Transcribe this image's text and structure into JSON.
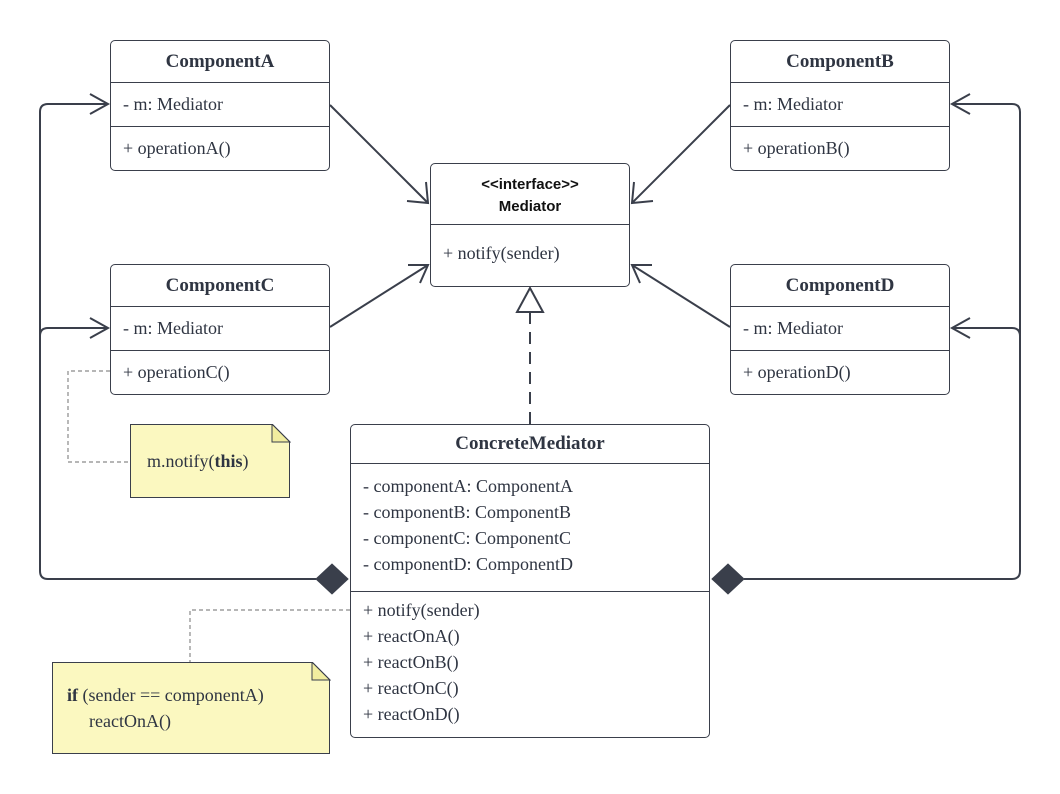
{
  "classes": {
    "componentA": {
      "name": "ComponentA",
      "attributes": [
        "- m: Mediator"
      ],
      "operations": [
        "+ operationA()"
      ]
    },
    "componentB": {
      "name": "ComponentB",
      "attributes": [
        "- m: Mediator"
      ],
      "operations": [
        "+ operationB()"
      ]
    },
    "componentC": {
      "name": "ComponentC",
      "attributes": [
        "- m: Mediator"
      ],
      "operations": [
        "+ operationC()"
      ]
    },
    "componentD": {
      "name": "ComponentD",
      "attributes": [
        "- m: Mediator"
      ],
      "operations": [
        "+ operationD()"
      ]
    },
    "mediator": {
      "stereotype": "<<interface>>",
      "name": "Mediator",
      "operations": [
        "+ notify(sender)"
      ]
    },
    "concreteMediator": {
      "name": "ConcreteMediator",
      "attributes": [
        "- componentA: ComponentA",
        "- componentB: ComponentB",
        "- componentC: ComponentC",
        "- componentD: ComponentD"
      ],
      "operations": [
        "+ notify(sender)",
        "+ reactOnA()",
        "+ reactOnB()",
        "+ reactOnC()",
        "+ reactOnD()"
      ]
    }
  },
  "notes": {
    "notifyNote": {
      "prefix": "m.notify(",
      "keyword": "this",
      "suffix": ")"
    },
    "reactNote": {
      "keyword": "if",
      "line1": " (sender == componentA)",
      "line2": "reactOnA()"
    }
  },
  "colors": {
    "line": "#3a3f4b",
    "note_fill": "#fbf8c0",
    "dashed": "#8a8a8a"
  }
}
